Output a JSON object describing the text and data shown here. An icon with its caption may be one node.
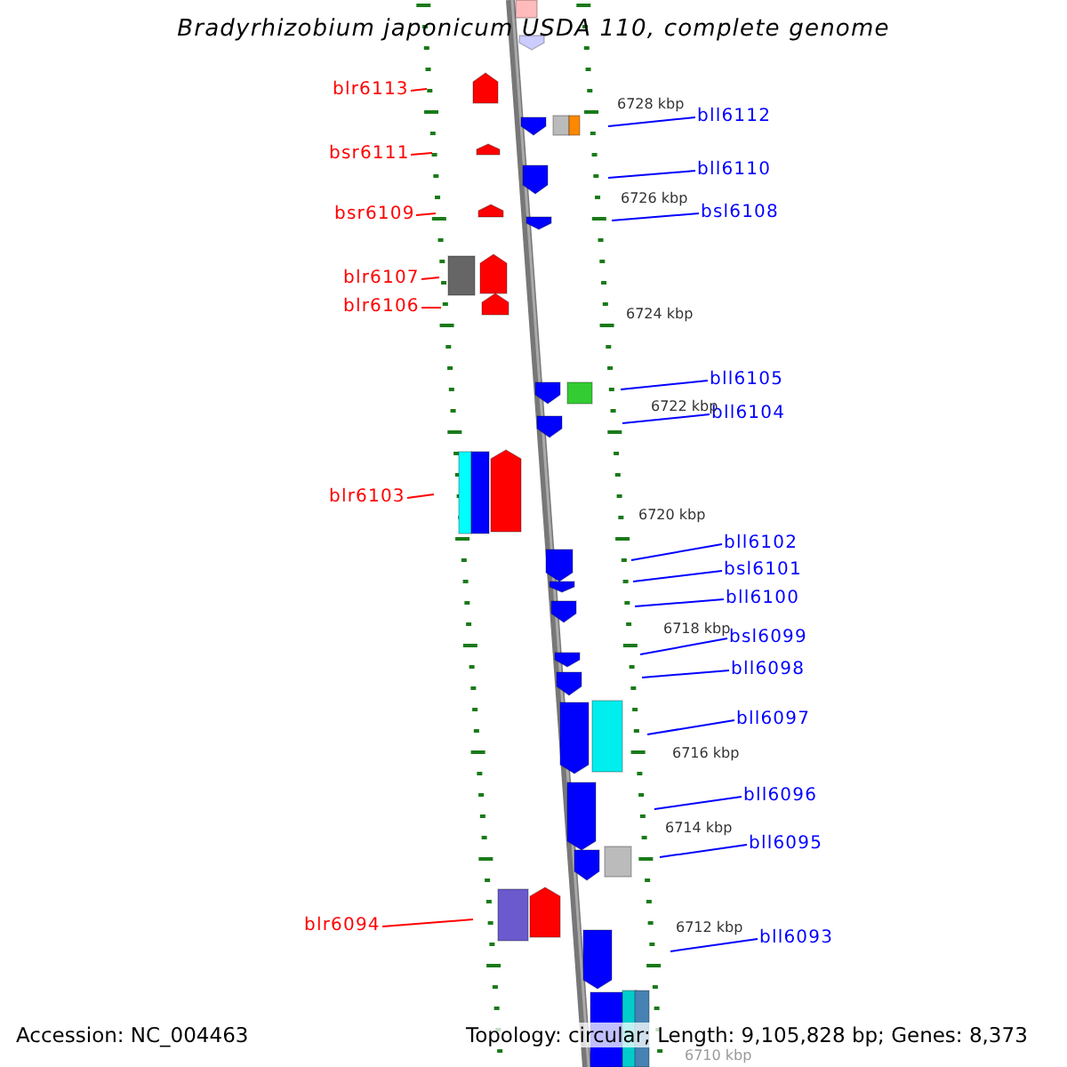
{
  "diagram": {
    "title": "Bradyrhizobium japonicum USDA 110, complete genome",
    "nodes": [
      {
        "text": [
          "blr6113"
        ]
      },
      {
        "text": [
          "bll6112"
        ]
      },
      {
        "text": [
          "bsr6111"
        ]
      },
      {
        "text": [
          "bll6110"
        ]
      },
      {
        "text": [
          "bsl6108"
        ]
      },
      {
        "text": [
          "bsr6109"
        ]
      },
      {
        "text": [
          "blr6107"
        ]
      },
      {
        "text": [
          "blr6106"
        ]
      },
      {
        "text": [
          "bll6105"
        ]
      },
      {
        "text": [
          "bll6104"
        ]
      },
      {
        "text": [
          "blr6103"
        ]
      },
      {
        "text": [
          "bll6102"
        ]
      },
      {
        "text": [
          "bsl6101"
        ]
      },
      {
        "text": [
          "bll6100"
        ]
      },
      {
        "text": [
          "bsl6099"
        ]
      },
      {
        "text": [
          "bll6098"
        ]
      },
      {
        "text": [
          "bll6097"
        ]
      },
      {
        "text": [
          "bll6096"
        ]
      },
      {
        "text": [
          "bll6095"
        ]
      },
      {
        "text": [
          "blr6094"
        ]
      },
      {
        "text": [
          "bll6093"
        ]
      }
    ],
    "edges": [
      {
        "from": 0,
        "to": null,
        "arrow": "none",
        "color": "#ff0000"
      },
      {
        "from": 1,
        "to": null,
        "arrow": "none"
      },
      {
        "from": 2,
        "to": null,
        "arrow": "none",
        "color": "#ff0000"
      },
      {
        "from": 3,
        "to": null,
        "arrow": "none"
      },
      {
        "from": 4,
        "to": null,
        "arrow": "none"
      },
      {
        "from": 5,
        "to": null,
        "arrow": "none",
        "color": "#ff0000"
      },
      {
        "from": 6,
        "to": null,
        "arrow": "none",
        "color": "#ff0000"
      },
      {
        "from": 7,
        "to": null,
        "arrow": "none",
        "color": "#ff0000"
      },
      {
        "from": 8,
        "to": null,
        "arrow": "none"
      },
      {
        "from": 9,
        "to": null,
        "arrow": "none"
      },
      {
        "from": 10,
        "to": null,
        "arrow": "none",
        "color": "#ff0000"
      },
      {
        "from": 11,
        "to": null,
        "arrow": "none"
      },
      {
        "from": 12,
        "to": null,
        "arrow": "none"
      },
      {
        "from": 13,
        "to": null,
        "arrow": "none"
      },
      {
        "from": 14,
        "to": null,
        "arrow": "none"
      },
      {
        "from": 15,
        "to": null,
        "arrow": "none"
      },
      {
        "from": 16,
        "to": null,
        "arrow": "none"
      },
      {
        "from": 17,
        "to": null,
        "arrow": "none"
      },
      {
        "from": 18,
        "to": null,
        "arrow": "none"
      },
      {
        "from": 19,
        "to": null,
        "arrow": "none",
        "color": "#ff0000"
      },
      {
        "from": 20,
        "to": null,
        "arrow": "none"
      }
    ],
    "labels": [
      "6728 kbp",
      "6726 kbp",
      "6724 kbp",
      "6722 kbp",
      "6720 kbp",
      "6718 kbp",
      "6716 kbp",
      "6714 kbp",
      "6712 kbp",
      "6710 kbp",
      "Accession: NC_004463",
      "Topology: circular; Length: 9,105,828 bp; Genes: 8,373"
    ]
  }
}
